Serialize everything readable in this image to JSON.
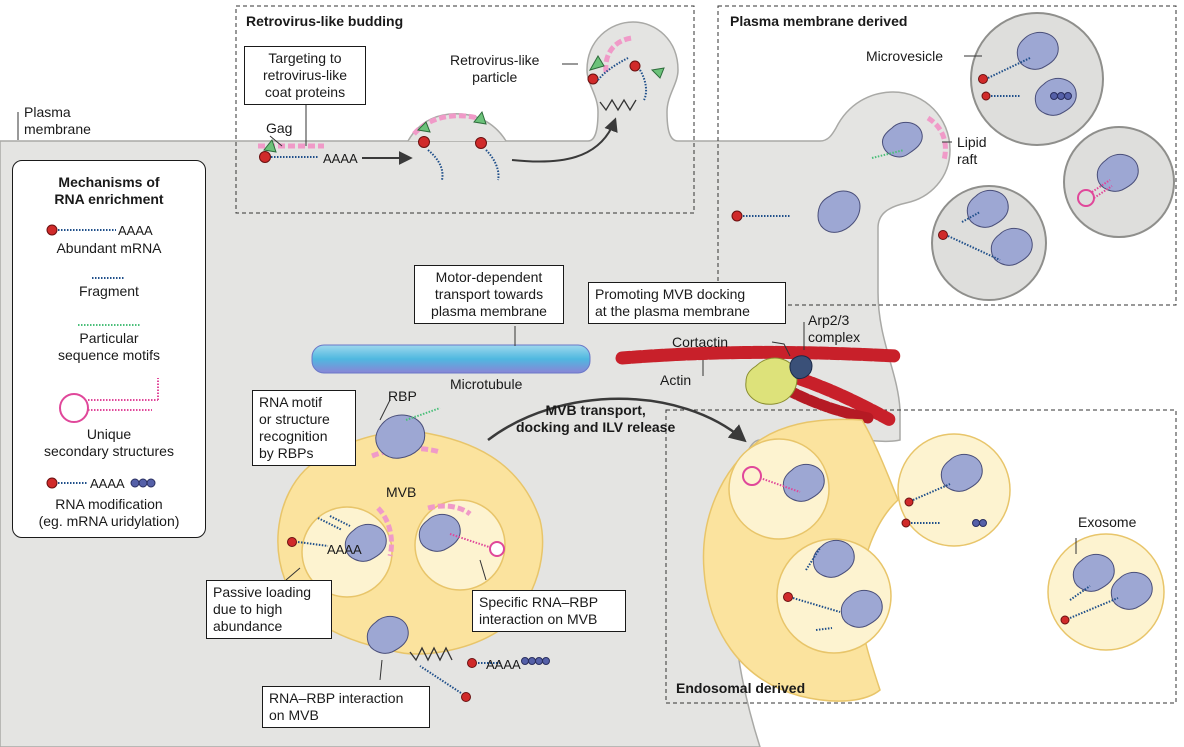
{
  "sections": {
    "retrovirus": "Retrovirus-like budding",
    "plasma": "Plasma membrane derived",
    "endosomal": "Endosomal derived"
  },
  "labels": {
    "plasma_membrane": [
      "Plasma",
      "membrane"
    ],
    "targeting": [
      "Targeting to",
      "retrovirus-like",
      "coat proteins"
    ],
    "gag": "Gag",
    "retro_particle": [
      "Retrovirus-like",
      "particle"
    ],
    "microvesicle": "Microvesicle",
    "lipid_raft": [
      "Lipid",
      "raft"
    ],
    "motor": [
      "Motor-dependent",
      "transport towards",
      "plasma membrane"
    ],
    "microtubule": "Microtubule",
    "promoting": [
      "Promoting MVB docking",
      "at the plasma membrane"
    ],
    "arp": [
      "Arp2/3",
      "complex"
    ],
    "cortactin": "Cortactin",
    "actin": "Actin",
    "mvb_transport": [
      "MVB transport,",
      "docking and ILV release"
    ],
    "rna_motif": [
      "RNA motif",
      "or structure",
      "recognition",
      "by RBPs"
    ],
    "rbp": "RBP",
    "mvb": "MVB",
    "passive": [
      "Passive loading",
      "due to high",
      "abundance"
    ],
    "specific": [
      "Specific RNA–RBP",
      "interaction on MVB"
    ],
    "rna_rbp": [
      "RNA–RBP interaction",
      "on MVB"
    ],
    "exosome": "Exosome",
    "polyA": "AAAA"
  },
  "legend": {
    "title": [
      "Mechanisms of",
      "RNA enrichment"
    ],
    "items": [
      {
        "label": "Abundant mRNA",
        "tail": "AAAA"
      },
      {
        "label": "Fragment"
      },
      {
        "label": "Particular sequence motifs"
      },
      {
        "label": "Unique secondary structures"
      },
      {
        "label": "RNA modification (eg. mRNA uridylation)",
        "tail": "AAAA"
      }
    ],
    "lines": {
      "abundant": "Abundant mRNA",
      "fragment": "Fragment",
      "motifs": [
        "Particular",
        "sequence motifs"
      ],
      "secondary": [
        "Unique",
        "secondary structures"
      ],
      "modification": [
        "RNA modification",
        "(eg. mRNA uridylation)"
      ]
    }
  },
  "colors": {
    "cell": "#e4e4e2",
    "cell_stroke": "#a9a9a6",
    "mvb": "#fbe39e",
    "vesicle_fill": "#fdf3d0",
    "vesicle_grey": "#dededc",
    "rbp": "#9da7d3",
    "rna_blue": "#1f4f8a",
    "motif_green": "#4bbf7a",
    "hairpin_pink": "#e0479a",
    "cap_red": "#d02a2a",
    "raft_pink": "#f09ac8",
    "actin_red": "#c8202a",
    "cortactin": "#dde27a"
  }
}
